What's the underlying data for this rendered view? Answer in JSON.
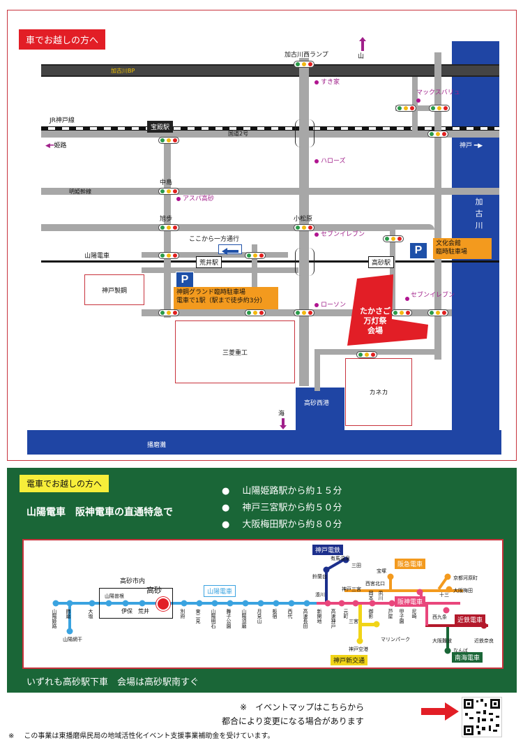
{
  "car": {
    "heading": "車でお越しの方へ",
    "roads": {
      "kakogawa_bp": "加古川BP",
      "jr": "JR神戸線",
      "route2": "国道2号",
      "meihime": "明姫幹線",
      "sanyo": "山陽電車",
      "kakogawa_ramp": "加古川西ランプ",
      "one_way": "ここから一方通行"
    },
    "directions": {
      "mountain": "山",
      "himeji": "姫路",
      "kobe": "神戸",
      "sea": "海"
    },
    "stations": {
      "hoden": "宝殿駅",
      "arai": "荒井駅",
      "takasago": "高砂駅"
    },
    "intersections": {
      "nakajima": "中島",
      "asahi": "旭歩",
      "komatsubara": "小松原"
    },
    "pois": {
      "sukiya": "すき家",
      "max_value": "マックスバリュ",
      "harows": "ハローズ",
      "aspa": "アスパ高砂",
      "seven1": "セブンイレブン",
      "lawson": "ローソン",
      "seven2": "セブンイレブン"
    },
    "river": "加古川",
    "port": "高砂西港",
    "sea": "播磨灘",
    "zones": {
      "kobe_steel": "神戸製鋼",
      "mitsubishi": "三菱重工",
      "kaneka": "カネカ"
    },
    "venue": [
      "たかさご",
      "万灯祭",
      "会場"
    ],
    "parking": {
      "p_label": "P",
      "shinko_line1": "神鋼グランド臨時駐車場",
      "shinko_line2": "電車で1駅（駅まで徒歩約3分）",
      "bunka_line1": "文化会館",
      "bunka_line2": "臨時駐車場"
    }
  },
  "train": {
    "heading": "電車でお越しの方へ",
    "intro": "山陽電車　阪神電車の直通特急で",
    "bullet_mark": "●",
    "times": [
      "山陽姫路駅から約１５分",
      "神戸三宮駅から約５０分",
      "大阪梅田駅から約８０分"
    ],
    "footer": "いずれも高砂駅下車　会場は高砂駅南すぐ",
    "takasago_area": "高砂市内",
    "takasago": "高砂",
    "lines": {
      "sanyo": "山陽電車",
      "kobe_dentetsu": "神戸電鉄",
      "hankyu": "阪急電車",
      "hanshin": "阪神電車",
      "kintetsu": "近鉄電車",
      "nankai": "南海電車",
      "kobe_shinkotsu": "神戸新交通"
    },
    "stations": {
      "sanyo_himeji": "山陽姫路",
      "shikama": "飾磨",
      "oshio": "大塩",
      "sanyo_aboshi": "山陽網干",
      "sanyo_sone": "山陽曽根",
      "iho": "伊保",
      "arai": "荒井",
      "ishikawa": "別府",
      "higashi_futami": "東二見",
      "sanyo_akashi": "山陽明石",
      "maiko": "舞子公園",
      "sanyo_suma": "山陽須磨",
      "tsukimiyama": "月見山",
      "itayado": "板宿",
      "nishidai": "西代",
      "kosoku_nagata": "高速長田",
      "shinkaichi": "新開地",
      "kosoku_kobe": "高速神戸",
      "motomachi": "元町",
      "sannomiya_hanshin": "神戸三宮",
      "kobe_sannomiya": "神戸三宮",
      "okamoto": "岡本",
      "shukugawa": "夙川",
      "mikage": "御影",
      "ashiya": "芦屋",
      "koshien": "甲子園",
      "amagasaki": "尼崎",
      "sannomiya": "三宮",
      "marine_park": "マリンパーク",
      "kobe_airport": "神戸空港",
      "suzurandai": "鈴蘭台",
      "minatogawa": "湊川",
      "arima": "有馬温泉",
      "sanda": "三田",
      "nishinomiya_kitaguchi": "西宮北口",
      "takarazuka": "宝塚",
      "juso": "十三",
      "kyoto_kawaramachi": "京都河原町",
      "osaka_umeda": "大阪梅田",
      "nishikujo": "西九条",
      "osaka_namba": "大阪難波",
      "kintetsu_nara": "近鉄奈良",
      "namba": "なんば"
    }
  },
  "notes": {
    "mark": "※",
    "map_note_1": "イベントマップはこちらから",
    "map_note_2": "都合により変更になる場合があります",
    "subsidy": "この事業は東播磨県民局の地域活性化イベント支援事業補助金を受けています。"
  },
  "colors": {
    "frame": "#c8323c",
    "road": "#a7a7a7",
    "water": "#1f45a4",
    "venue": "#e21e26",
    "parking": "#1e50a8",
    "orange": "#f39a1e",
    "train_bg": "#1a6637",
    "poi": "#b01490",
    "sanyo_line": "#3aa3e0",
    "hanshin_line": "#e9467c",
    "hankyu_line": "#f39a1e",
    "kintetsu_line": "#b3192b",
    "nankai_line": "#1a6637",
    "kobe_dentetsu_line": "#1c2f8c",
    "shinkotsu_line": "#f1d417"
  }
}
